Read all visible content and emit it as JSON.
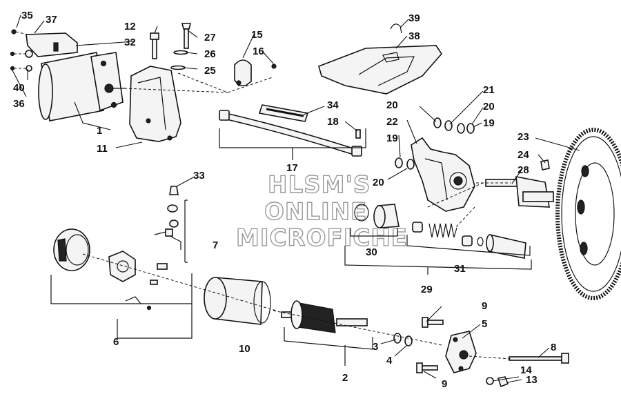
{
  "watermark": {
    "line1": "HLSM'S",
    "line2": "ONLINE",
    "line3": "MICROFICHE"
  },
  "callouts": [
    {
      "id": "c35",
      "text": "35"
    },
    {
      "id": "c37",
      "text": "37"
    },
    {
      "id": "c32",
      "text": "32"
    },
    {
      "id": "c12",
      "text": "12"
    },
    {
      "id": "c27",
      "text": "27"
    },
    {
      "id": "c26",
      "text": "26"
    },
    {
      "id": "c25",
      "text": "25"
    },
    {
      "id": "c15",
      "text": "15"
    },
    {
      "id": "c16",
      "text": "16"
    },
    {
      "id": "c39",
      "text": "39"
    },
    {
      "id": "c38",
      "text": "38"
    },
    {
      "id": "c40",
      "text": "40"
    },
    {
      "id": "c36",
      "text": "36"
    },
    {
      "id": "c1",
      "text": "1"
    },
    {
      "id": "c11",
      "text": "11"
    },
    {
      "id": "c34",
      "text": "34"
    },
    {
      "id": "c18",
      "text": "18"
    },
    {
      "id": "c17",
      "text": "17"
    },
    {
      "id": "c21",
      "text": "21"
    },
    {
      "id": "c20a",
      "text": "20"
    },
    {
      "id": "c20b",
      "text": "20"
    },
    {
      "id": "c19a",
      "text": "19"
    },
    {
      "id": "c22",
      "text": "22"
    },
    {
      "id": "c19b",
      "text": "19"
    },
    {
      "id": "c20c",
      "text": "20"
    },
    {
      "id": "c23",
      "text": "23"
    },
    {
      "id": "c24",
      "text": "24"
    },
    {
      "id": "c28",
      "text": "28"
    },
    {
      "id": "c33",
      "text": "33"
    },
    {
      "id": "c7",
      "text": "7"
    },
    {
      "id": "c30",
      "text": "30"
    },
    {
      "id": "c31",
      "text": "31"
    },
    {
      "id": "c29",
      "text": "29"
    },
    {
      "id": "c6",
      "text": "6"
    },
    {
      "id": "c10",
      "text": "10"
    },
    {
      "id": "c9a",
      "text": "9"
    },
    {
      "id": "c5",
      "text": "5"
    },
    {
      "id": "c3",
      "text": "3"
    },
    {
      "id": "c4",
      "text": "4"
    },
    {
      "id": "c2",
      "text": "2"
    },
    {
      "id": "c8",
      "text": "8"
    },
    {
      "id": "c9b",
      "text": "9"
    },
    {
      "id": "c14",
      "text": "14"
    },
    {
      "id": "c13",
      "text": "13"
    }
  ]
}
